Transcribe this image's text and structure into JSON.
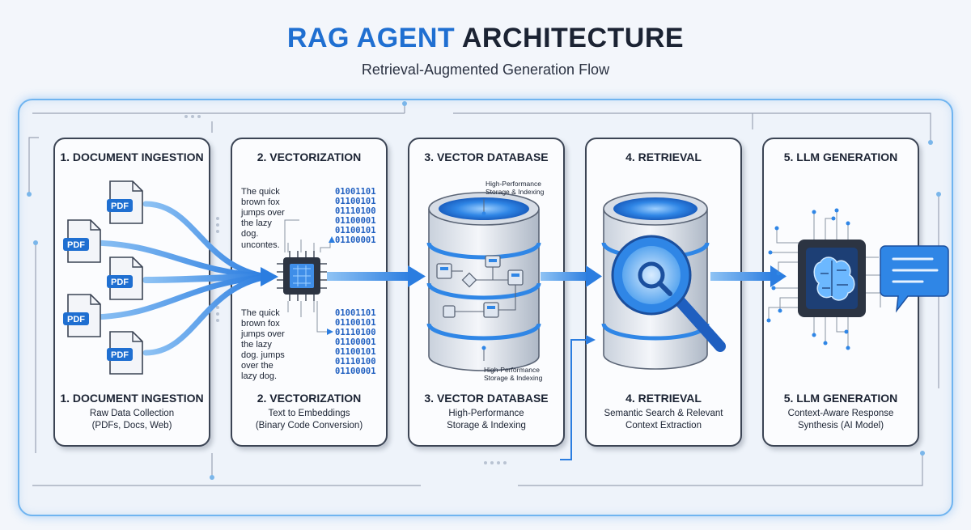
{
  "header": {
    "title_part1": "RAG AGENT",
    "title_part2": "ARCHITECTURE",
    "subtitle": "Retrieval-Augmented Generation Flow"
  },
  "stages": [
    {
      "head": "1. DOCUMENT INGESTION",
      "foot_title": "1. DOCUMENT INGESTION",
      "desc_line1": "Raw Data Collection",
      "desc_line2": "(PDFs, Docs, Web)"
    },
    {
      "head": "2. VECTORIZATION",
      "foot_title": "2. VECTORIZATION",
      "desc_line1": "Text to Embeddings",
      "desc_line2": "(Binary Code Conversion)"
    },
    {
      "head": "3. VECTOR DATABASE",
      "foot_title": "3. VECTOR DATABASE",
      "desc_line1": "High-Performance",
      "desc_line2": "Storage & Indexing"
    },
    {
      "head": "4. RETRIEVAL",
      "foot_title": "4. RETRIEVAL",
      "desc_line1": "Semantic Search & Relevant",
      "desc_line2": "Context Extraction"
    },
    {
      "head": "5. LLM GENERATION",
      "foot_title": "5. LLM GENERATION",
      "desc_line1": "Context-Aware Response",
      "desc_line2": "Synthesis (AI Model)"
    }
  ],
  "pdf_label": "PDF",
  "vectorization": {
    "text_top": [
      "The quick",
      "brown fox",
      "jumps over",
      "the lazy",
      "dog.",
      "uncontes."
    ],
    "text_bottom": [
      "The quick",
      "brown fox",
      "jumps over",
      "the lazy",
      "dog. jumps",
      "over the",
      "lazy dog."
    ],
    "binary_top": [
      "01001101",
      "01100101",
      "01110100",
      "01100001",
      "01100101",
      "01100001"
    ],
    "binary_bottom": [
      "01001101",
      "01100101",
      "01110100",
      "01100001",
      "01100101",
      "01110100",
      "01100001"
    ]
  },
  "database": {
    "callout_top_line1": "High-Performance",
    "callout_top_line2": "Storage & Indexing",
    "callout_bottom_line1": "High-Performance",
    "callout_bottom_line2": "Storage & Indexing"
  },
  "colors": {
    "accent": "#1f6fd1",
    "arrow": "#2b7de0",
    "frame": "#6fb4f0",
    "panel_border": "#3b4454"
  },
  "icons": [
    "pdf-document-icon",
    "cpu-chip-icon",
    "database-cylinder-icon",
    "magnifier-icon",
    "brain-chip-icon",
    "chat-bubble-icon"
  ]
}
